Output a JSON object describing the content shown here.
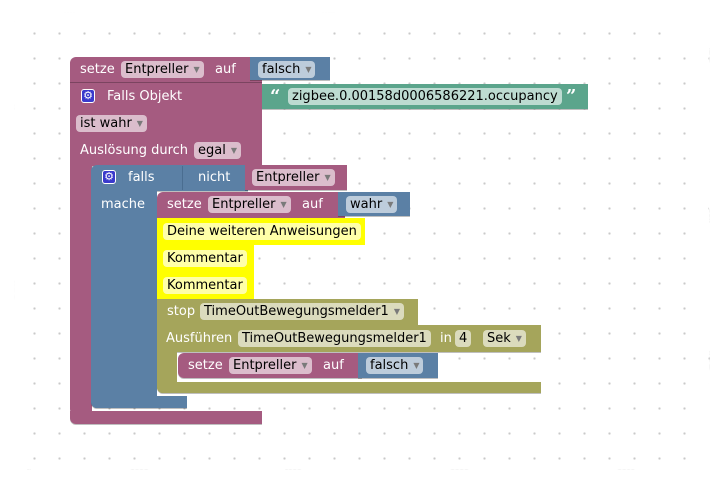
{
  "workspace": {
    "colors": {
      "logic_purple": "#a55b80",
      "logic_blue": "#5b80a5",
      "text_teal": "#5ba58c",
      "comment_yellow": "#ffff00",
      "timer_olive": "#a5a55b"
    }
  },
  "blocks": {
    "set_debounce_false": {
      "keyword": "setze",
      "variable": "Entpreller",
      "on": "auf",
      "value": "falsch"
    },
    "on_object": {
      "icon": "gear-icon",
      "title": "Falls Objekt",
      "object_id": "zigbee.0.00158d0006586221.occupancy",
      "condition": "ist wahr",
      "trigger_label": "Auslösung durch",
      "trigger_value": "egal"
    },
    "if_block": {
      "icon": "gear-icon",
      "if_label": "falls",
      "not_label": "nicht",
      "not_variable": "Entpreller",
      "do_label": "mache"
    },
    "set_debounce_true": {
      "keyword": "setze",
      "variable": "Entpreller",
      "on": "auf",
      "value": "wahr"
    },
    "comments": [
      "Deine weiteren Anweisungen",
      "Kommentar",
      "Kommentar"
    ],
    "stop_timer": {
      "keyword": "stop",
      "timer": "TimeOutBewegungsmelder1"
    },
    "run_timeout": {
      "keyword": "Ausführen",
      "timer": "TimeOutBewegungsmelder1",
      "in_label": "in",
      "delay": "4",
      "unit": "Sek"
    },
    "set_debounce_false_inner": {
      "keyword": "setze",
      "variable": "Entpreller",
      "on": "auf",
      "value": "falsch"
    }
  }
}
